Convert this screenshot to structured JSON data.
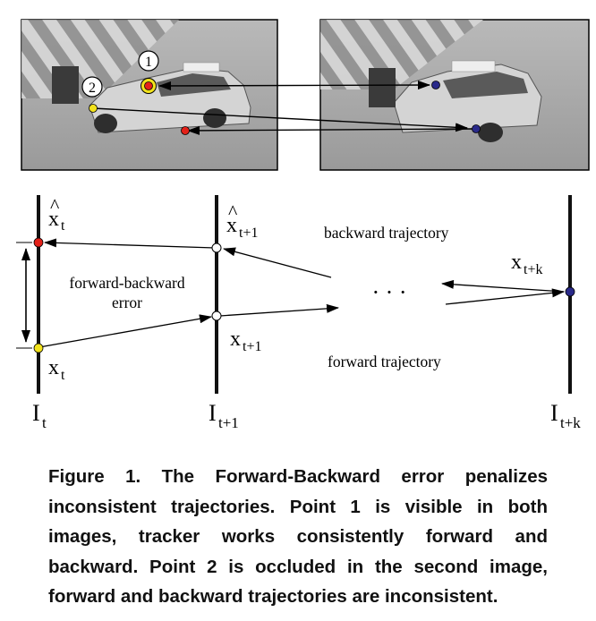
{
  "figure": {
    "photo_left": {
      "marker_1": "1",
      "marker_2": "2"
    },
    "labels": {
      "x_hat_t": {
        "base": "x",
        "hat": "^",
        "sub": "t"
      },
      "x_hat_t1": {
        "base": "x",
        "hat": "^",
        "sub": "t+1"
      },
      "x_t": {
        "base": "x",
        "sub": "t"
      },
      "x_t1": {
        "base": "x",
        "sub": "t+1"
      },
      "x_tk": {
        "base": "x",
        "sub": "t+k"
      },
      "frame_t": {
        "base": "I",
        "sub": "t"
      },
      "frame_t1": {
        "base": "I",
        "sub": "t+1"
      },
      "frame_tk": {
        "base": "I",
        "sub": "t+k"
      },
      "backward_trajectory": "backward trajectory",
      "forward_trajectory": "forward trajectory",
      "fb_error_line1": "forward-backward",
      "fb_error_line2": "error",
      "ellipsis": "· · ·"
    },
    "colors": {
      "red_point": "#e32119",
      "yellow_point": "#f2e21c",
      "blue_point": "#2a2a8a",
      "white_point": "#ffffff"
    }
  },
  "caption": "Figure 1. The Forward-Backward error penalizes inconsistent trajectories. Point 1 is visible in both images, tracker works consistently forward and backward. Point 2 is occluded in the second image, forward and backward trajectories are inconsistent."
}
